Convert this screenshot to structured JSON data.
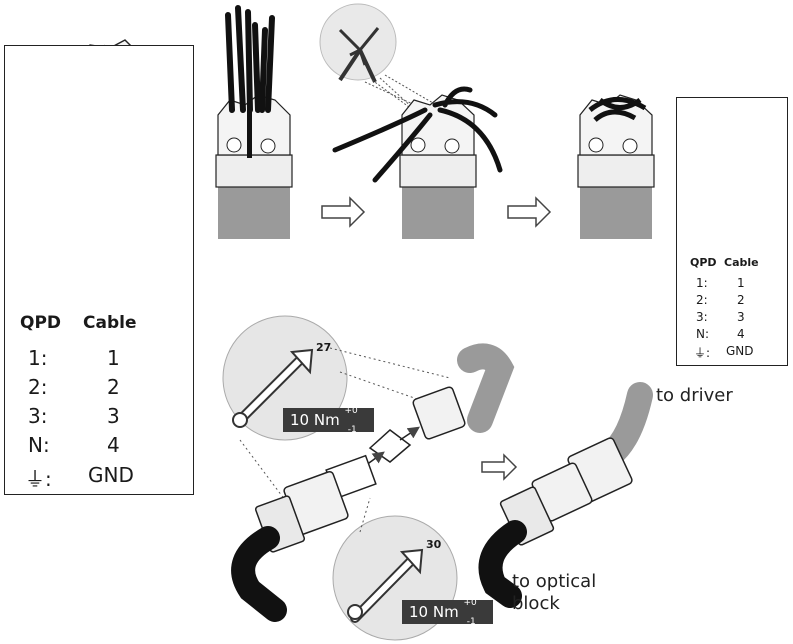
{
  "big_table": {
    "header": {
      "qpd": "QPD",
      "cable": "Cable"
    },
    "rows": [
      {
        "qpd": "1:",
        "cable": "1"
      },
      {
        "qpd": "2:",
        "cable": "2"
      },
      {
        "qpd": "3:",
        "cable": "3"
      },
      {
        "qpd": "N:",
        "cable": "4"
      },
      {
        "qpd": "⏚:",
        "cable": "GND"
      }
    ]
  },
  "small_table": {
    "header": {
      "qpd": "QPD",
      "cable": "Cable"
    },
    "rows": [
      {
        "qpd": "1:",
        "cable": "1"
      },
      {
        "qpd": "2:",
        "cable": "2"
      },
      {
        "qpd": "3:",
        "cable": "3"
      },
      {
        "qpd": "N:",
        "cable": "4"
      },
      {
        "qpd": "⏚:",
        "cable": "GND"
      }
    ]
  },
  "torque": [
    {
      "value": "10 Nm",
      "plus": "+0",
      "minus": "-1"
    },
    {
      "value": "10 Nm",
      "plus": "+0",
      "minus": "-1"
    }
  ],
  "wrench_sizes": {
    "top": "27",
    "bottom": "30"
  },
  "labels": {
    "to_driver": "to driver",
    "to_optical_block": "to optical block"
  }
}
